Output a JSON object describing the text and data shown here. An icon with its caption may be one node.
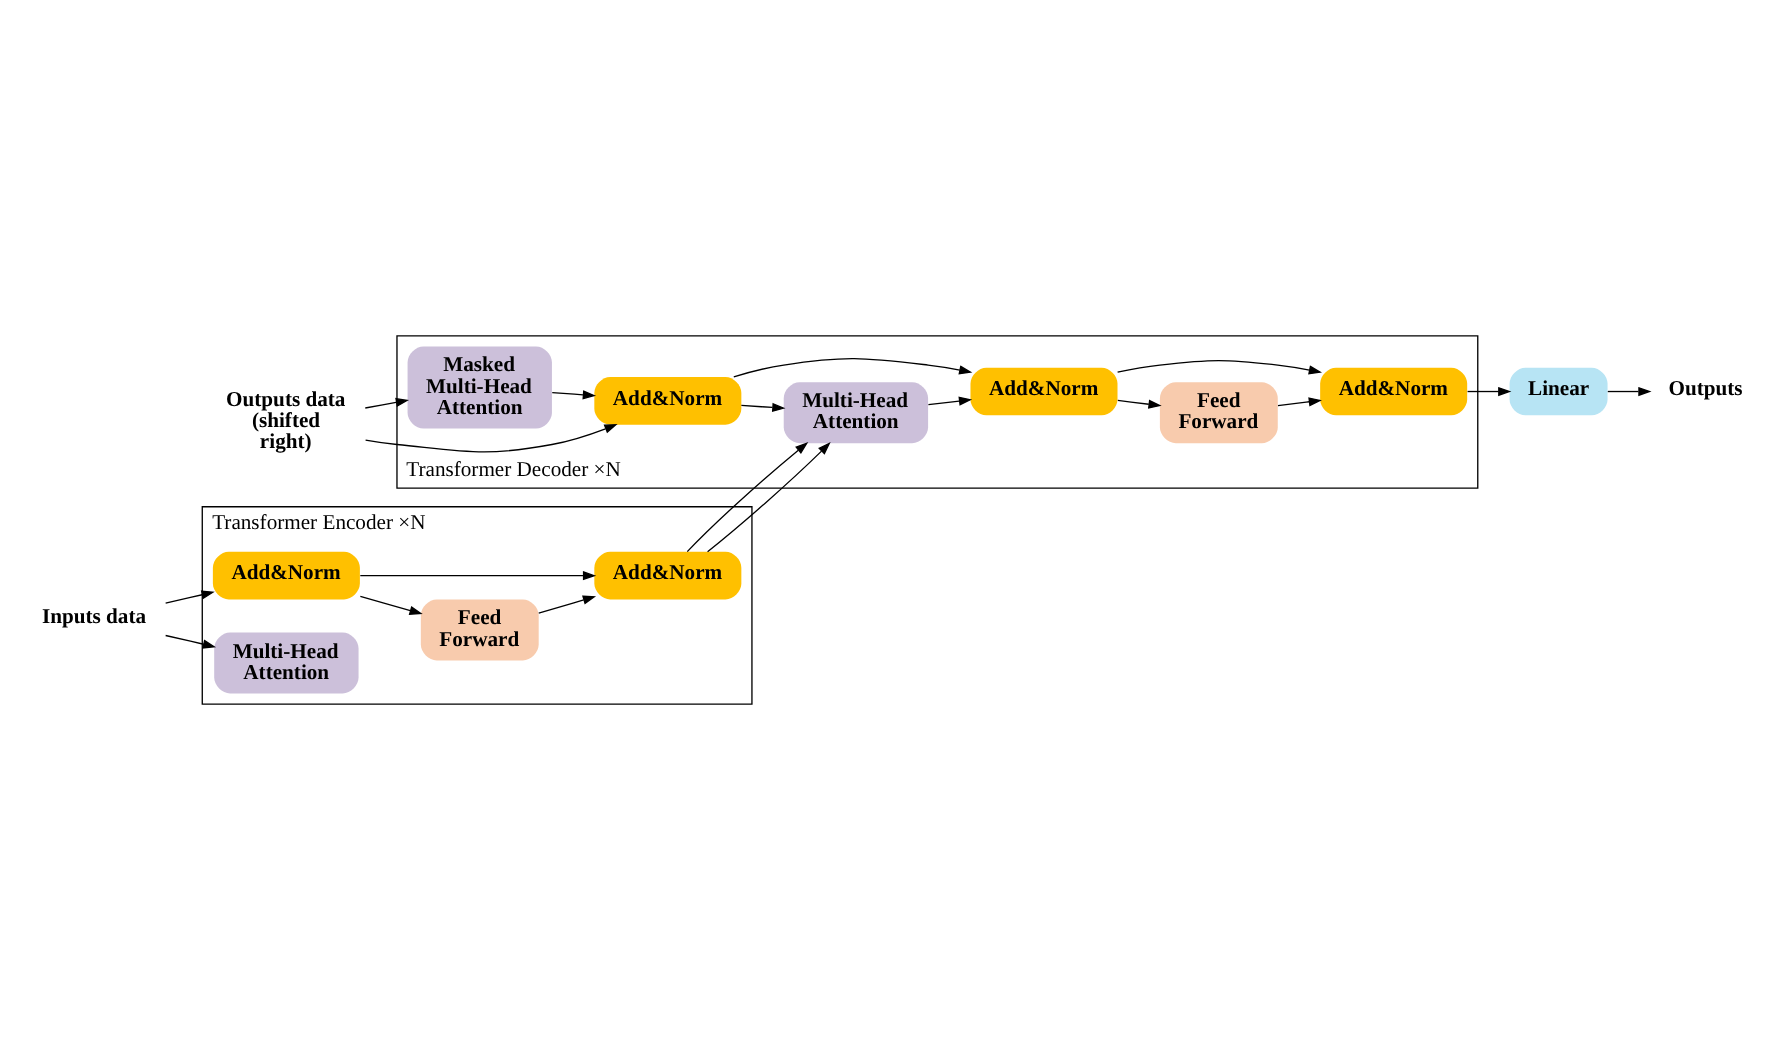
{
  "diagram": {
    "nodes": [
      {
        "text": [
          "Transformer Encoder ×N"
        ]
      },
      {
        "text": [
          "Add&Norm"
        ],
        "in": 0
      },
      {
        "text": [
          "Multi-Head Attention"
        ],
        "in": 0
      },
      {
        "text": [
          "Feed Forward"
        ],
        "in": 0
      },
      {
        "text": [
          "Add&Norm"
        ],
        "in": 0
      },
      {
        "text": [
          "Transformer Decoder ×N"
        ]
      },
      {
        "text": [
          "Masked Multi-Head Attention"
        ],
        "in": 5
      },
      {
        "text": [
          "Add&Norm"
        ],
        "in": 5
      },
      {
        "text": [
          "Multi-Head Attention"
        ],
        "in": 5
      },
      {
        "text": [
          "Add&Norm"
        ],
        "in": 5
      },
      {
        "text": [
          "Feed Forward"
        ],
        "in": 5
      },
      {
        "text": [
          "Add&Norm"
        ],
        "in": 5
      },
      {
        "text": [
          "Linear"
        ]
      },
      {
        "text": [
          "Outputs"
        ]
      },
      {
        "text": [
          "Inputs data"
        ]
      },
      {
        "text": [
          "Outputs data (shifted right)"
        ]
      }
    ],
    "edges": [
      {
        "from": 14,
        "to": 1,
        "arrow": "to"
      },
      {
        "from": 14,
        "to": 2,
        "arrow": "to"
      },
      {
        "from": 1,
        "to": 3,
        "arrow": "to"
      },
      {
        "from": 1,
        "to": 4,
        "arrow": "to"
      },
      {
        "from": 3,
        "to": 4,
        "arrow": "to"
      },
      {
        "from": 4,
        "to": 8,
        "arrow": "to"
      },
      {
        "from": 4,
        "to": 8,
        "arrow": "to"
      },
      {
        "from": 15,
        "to": 6,
        "arrow": "to"
      },
      {
        "from": 15,
        "to": 7,
        "arrow": "to"
      },
      {
        "from": 6,
        "to": 7,
        "arrow": "to"
      },
      {
        "from": 7,
        "to": 8,
        "arrow": "to"
      },
      {
        "from": 7,
        "to": 9,
        "arrow": "to"
      },
      {
        "from": 8,
        "to": 9,
        "arrow": "to"
      },
      {
        "from": 9,
        "to": 10,
        "arrow": "to"
      },
      {
        "from": 9,
        "to": 11,
        "arrow": "to"
      },
      {
        "from": 10,
        "to": 11,
        "arrow": "to"
      },
      {
        "from": 11,
        "to": 12,
        "arrow": "to"
      },
      {
        "from": 12,
        "to": 13,
        "arrow": "to"
      }
    ]
  }
}
